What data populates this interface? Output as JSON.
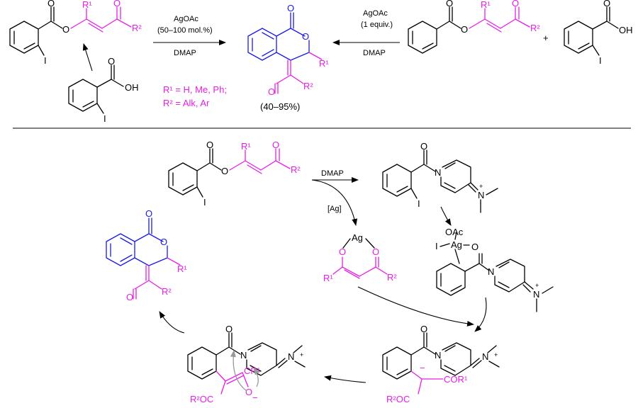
{
  "labels": {
    "agoac": "AgOAc",
    "cond1": "(50–100 mol.%)",
    "dmap": "DMAP",
    "cond2": "(1 equiv.)",
    "r1_def": "R¹ = H, Me, Ph;",
    "r2_def": "R² = Alk, Ar",
    "yield": "(40–95%)",
    "oh": "OH",
    "iodo": "I",
    "oxy": "O",
    "r1": "R¹",
    "r2": "R²",
    "plus": "+",
    "ag_cat": "[Ag]",
    "ag": "Ag",
    "oac": "OAc",
    "nme2": "N",
    "cor1": "COR¹",
    "r2oc": "R²OC",
    "cr1": "CR¹",
    "minus": "−",
    "plus_charge": "+"
  },
  "colors": {
    "black": "#000000",
    "magenta": "#e61ee6",
    "blue": "#1a1ae6",
    "gray": "#999999"
  }
}
